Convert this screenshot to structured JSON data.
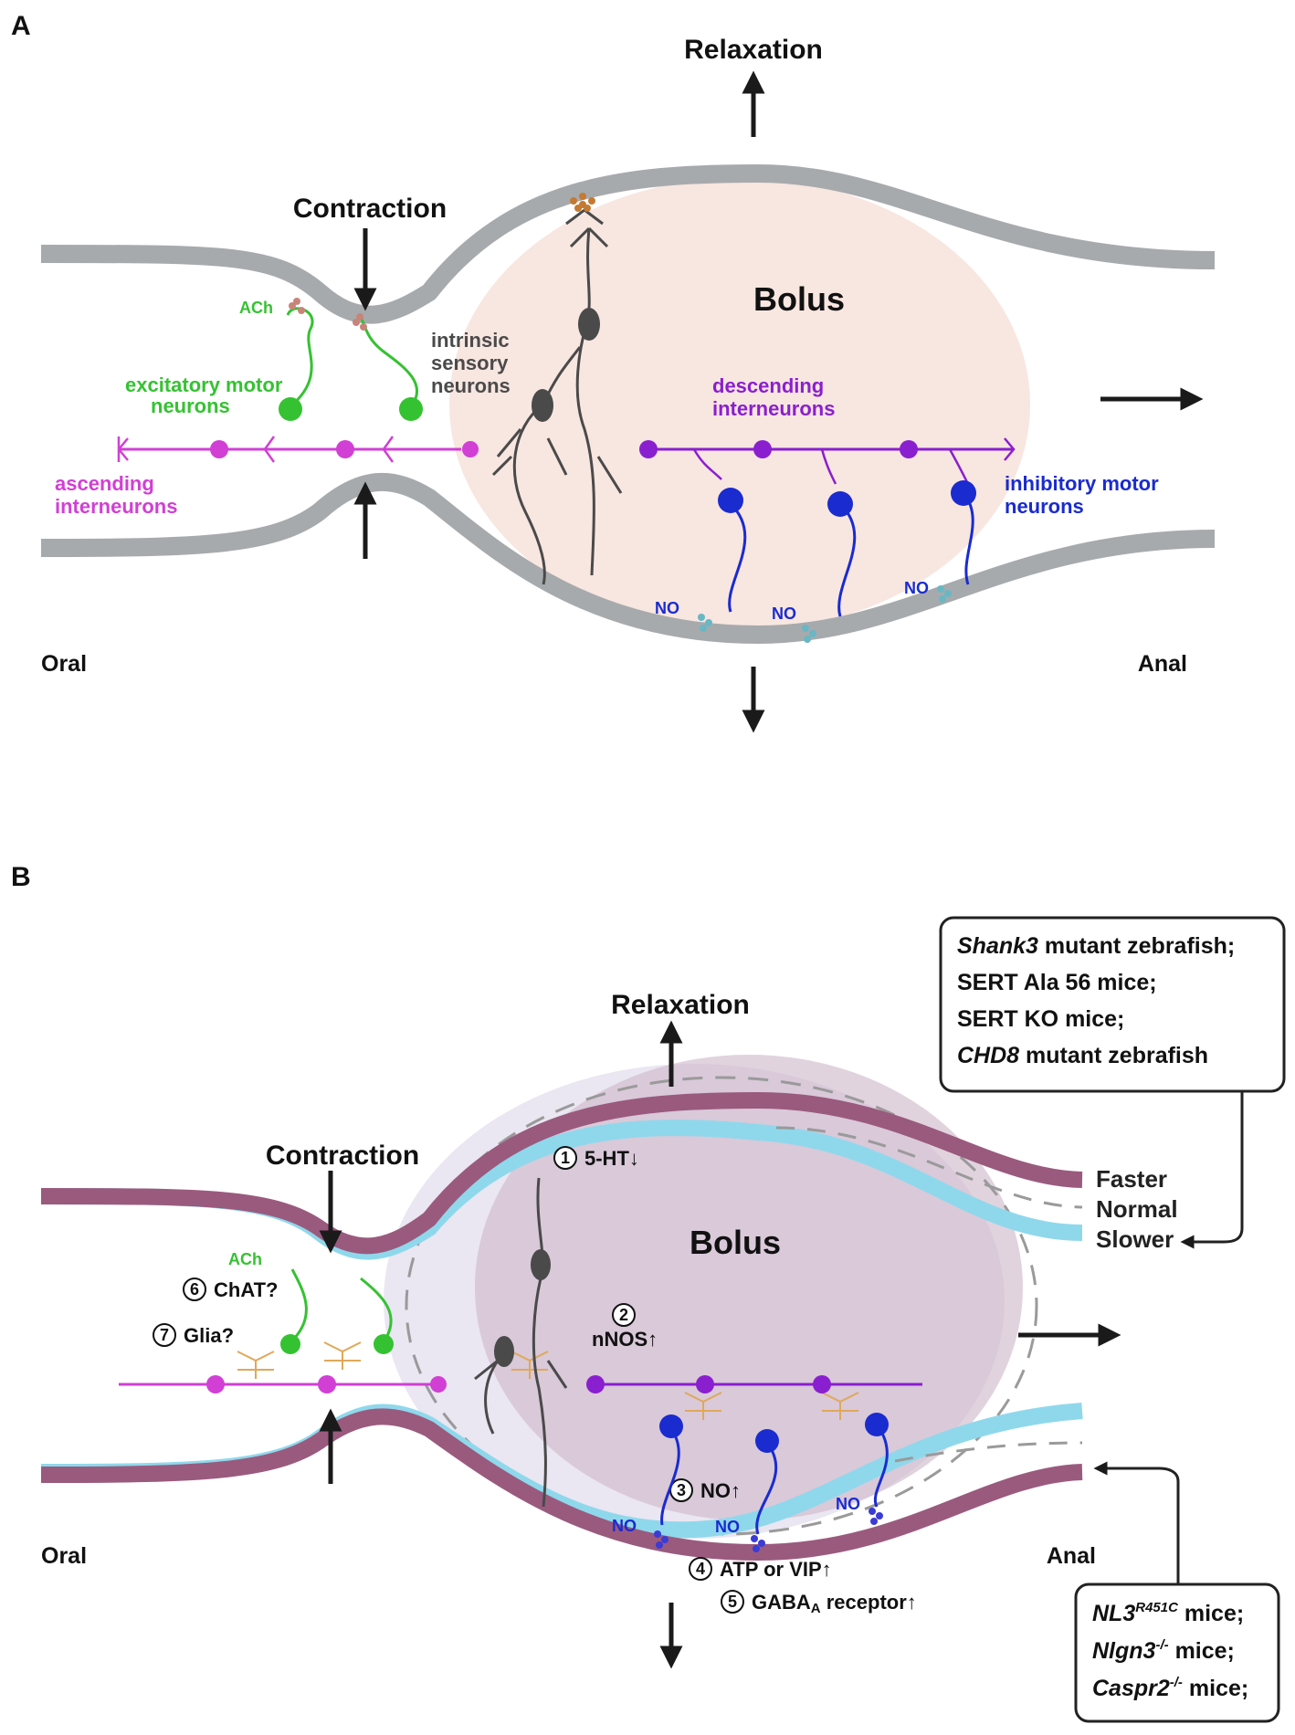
{
  "panel_a": {
    "label": "A",
    "relaxation": "Relaxation",
    "contraction": "Contraction",
    "bolus": "Bolus",
    "oral": "Oral",
    "anal": "Anal",
    "ach": "ACh",
    "no": "NO",
    "excitatory_1": "excitatory motor",
    "excitatory_2": "neurons",
    "ascending_1": "ascending",
    "ascending_2": "interneurons",
    "sensory_1": "intrinsic",
    "sensory_2": "sensory",
    "sensory_3": "neurons",
    "descending_1": "descending",
    "descending_2": "interneurons",
    "inhibitory_1": "inhibitory motor",
    "inhibitory_2": "neurons"
  },
  "panel_b": {
    "label": "B",
    "relaxation": "Relaxation",
    "contraction": "Contraction",
    "bolus": "Bolus",
    "oral": "Oral",
    "anal": "Anal",
    "ach": "ACh",
    "no": "NO",
    "step1": "5-HT↓",
    "step2": "nNOS↑",
    "step3": "NO↑",
    "step4": "ATP or VIP↑",
    "step5_pre": "GABA",
    "step5_sub": "A",
    "step5_post": " receptor↑",
    "step6": "ChAT?",
    "step7": "Glia?",
    "n1": "1",
    "n2": "2",
    "n3": "3",
    "n4": "4",
    "n5": "5",
    "n6": "6",
    "n7": "7",
    "speed_faster": "Faster",
    "speed_normal": "Normal",
    "speed_slower": "Slower",
    "box_top": [
      {
        "gene": "Shank3",
        "rest": " mutant zebrafish;"
      },
      {
        "gene": "",
        "rest": "SERT Ala 56 mice;"
      },
      {
        "gene": "",
        "rest": "SERT KO mice;"
      },
      {
        "gene": "CHD8",
        "rest": " mutant zebrafish"
      }
    ],
    "box_bottom": [
      {
        "gene": "NL3",
        "sup": "R451C",
        "rest": " mice;"
      },
      {
        "gene": "Nlgn3",
        "sup": "-/-",
        "rest": " mice;"
      },
      {
        "gene": "Caspr2",
        "sup": "-/-",
        "rest": " mice;"
      }
    ]
  },
  "colors": {
    "gut_wall": "#a7aaad",
    "bolus_fill": "#f8e6e0",
    "bolus_b": "#cdb6c8",
    "faster_wall": "#9a5a7e",
    "slower_wall": "#8fd8ec",
    "excitatory": "#35c232",
    "ascending": "#d13fd4",
    "sensory": "#4a4a4a",
    "descending": "#8a1fcf",
    "inhibitory": "#1a2bcf",
    "glia": "#e0a85a"
  }
}
